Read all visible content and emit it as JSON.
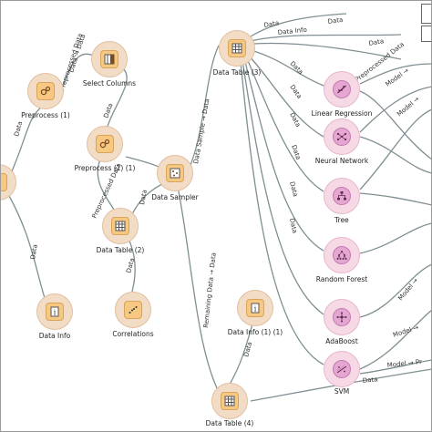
{
  "nodes": {
    "preprocess_1": "Preprocess (1)",
    "select_columns": "Select Columns",
    "preprocess_1_1": "Preprocess (1) (1)",
    "data_sampler": "Data Sampler",
    "data_table_2": "Data Table (2)",
    "data_info": "Data Info",
    "correlations": "Correlations",
    "data_table_3": "Data Table (3)",
    "data_info_1_1": "Data Info (1) (1)",
    "data_table_4": "Data Table (4)",
    "linear_regression": "Linear Regression",
    "neural_network": "Neural Network",
    "tree": "Tree",
    "random_forest": "Random Forest",
    "adaboost": "AdaBoost",
    "svm": "SVM"
  },
  "edges": {
    "data": "Data",
    "data_arrow_data": "Data → Data",
    "data_info": "Data Info",
    "preprocessed_data": "Preprocessed Data",
    "data_sample_data": "Data Sample → Data",
    "remaining_data": "Remaining Data → Data",
    "model_arrow": "Model →",
    "model_arrow_pr": "Model → Pr"
  },
  "icons": {
    "table": "table-icon",
    "gears": "gears-icon",
    "columns": "select-columns-icon",
    "info": "info-icon",
    "scatter": "correlations-icon",
    "sampler": "sampler-icon",
    "network": "neural-network-icon",
    "tree": "tree-icon",
    "forest": "random-forest-icon",
    "adaboost": "adaboost-icon",
    "svm": "svm-icon",
    "linreg": "linear-regression-icon"
  },
  "colors": {
    "data_node": "#f3dcc5",
    "model_node": "#f7d9e6",
    "link": "#7f8f92"
  }
}
